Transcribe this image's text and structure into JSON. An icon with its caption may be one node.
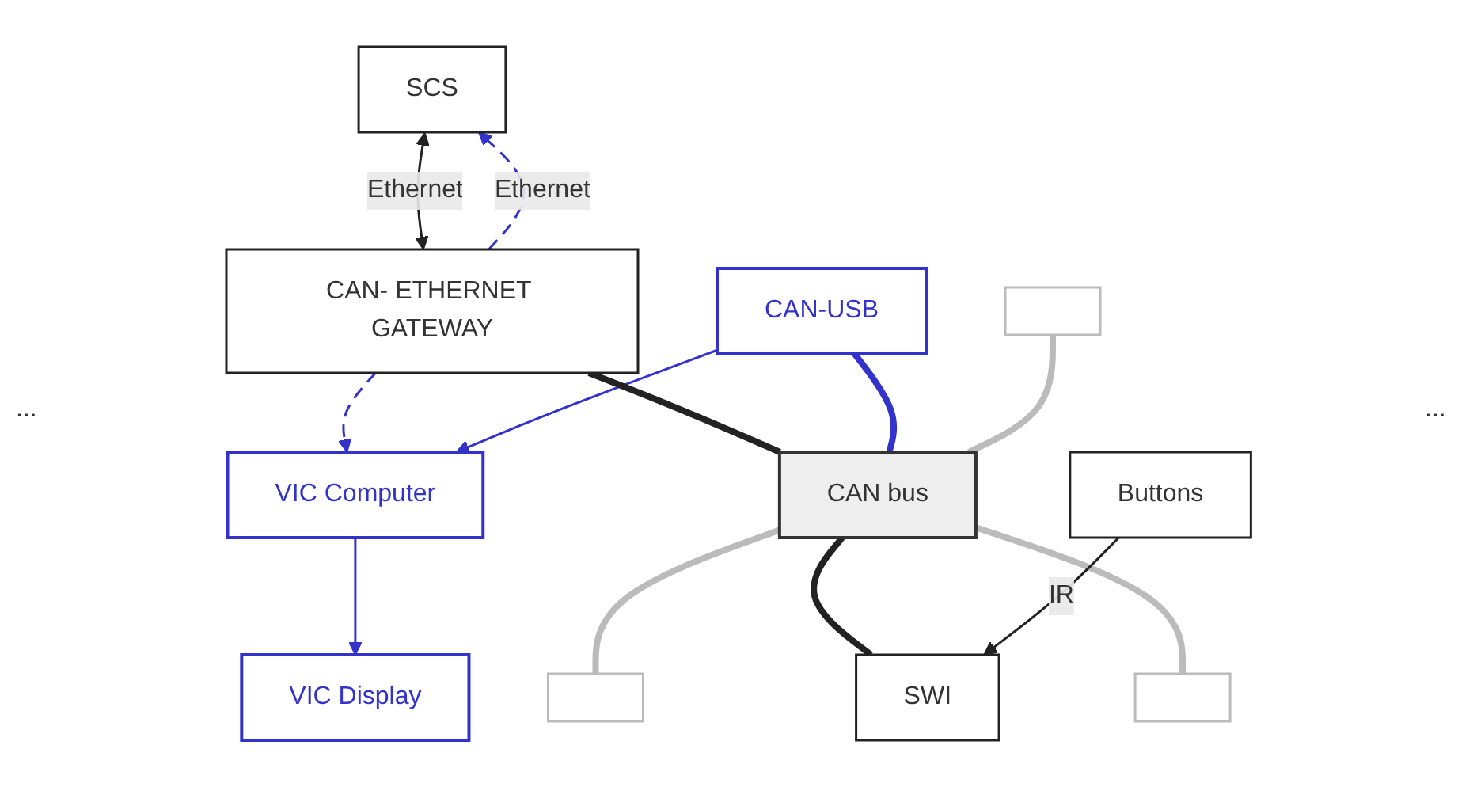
{
  "diagram": {
    "nodes": [
      {
        "text": [
          "SCS"
        ]
      },
      {
        "text": [
          "CAN- ETHERNET GATEWAY"
        ]
      },
      {
        "text": [
          "VIC Display"
        ]
      },
      {
        "text": [
          "VIC Computer"
        ]
      },
      {
        "text": [
          "CAN-USB"
        ]
      },
      {
        "text": [
          "CAN bus"
        ]
      },
      {
        "text": [],
        "shape": "box"
      },
      {
        "text": [],
        "shape": "box"
      },
      {
        "text": [
          "SWI"
        ]
      },
      {
        "text": [],
        "shape": "box"
      },
      {
        "text": [
          "Buttons"
        ]
      }
    ],
    "edges": [
      {
        "from": 1,
        "to": 0,
        "arrow": "to",
        "label": "Ethernet",
        "style": "dashed",
        "color": "#3333cc"
      },
      {
        "from": 0,
        "to": 1,
        "arrow": "both",
        "label": "Ethernet",
        "color": "#222222"
      },
      {
        "from": 1,
        "to": 3,
        "arrow": "to",
        "style": "dashed",
        "color": "#3333cc"
      },
      {
        "from": 3,
        "to": 2,
        "arrow": "to",
        "color": "#3333cc"
      },
      {
        "from": 4,
        "to": 3,
        "arrow": "to",
        "color": "#3333cc"
      },
      {
        "from": 1,
        "to": 5,
        "arrow": "none",
        "style": "thick",
        "color": "#222222"
      },
      {
        "from": 4,
        "to": 5,
        "arrow": "none",
        "style": "thick",
        "color": "#3333cc"
      },
      {
        "from": 6,
        "to": 5,
        "arrow": "none",
        "style": "thick",
        "color": "#bbbbbb"
      },
      {
        "from": 5,
        "to": 7,
        "arrow": "none",
        "style": "thick",
        "color": "#bbbbbb"
      },
      {
        "from": 5,
        "to": 8,
        "arrow": "none",
        "style": "thick",
        "color": "#222222"
      },
      {
        "from": 5,
        "to": 9,
        "arrow": "none",
        "style": "thick",
        "color": "#bbbbbb"
      },
      {
        "from": 10,
        "to": 8,
        "arrow": "to",
        "label": "IR",
        "color": "#222222"
      }
    ],
    "labels": [
      "...",
      "..."
    ]
  }
}
